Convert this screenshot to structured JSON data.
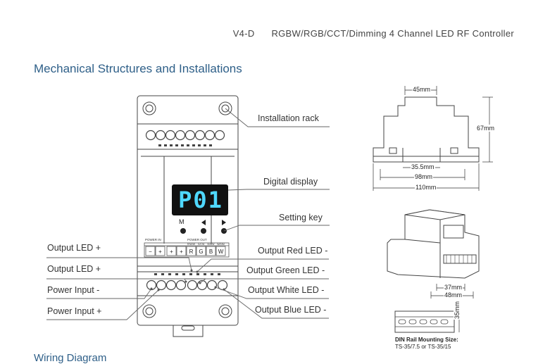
{
  "header": {
    "model": "V4-D",
    "product": "RGBW/RGB/CCT/Dimming 4 Channel LED RF Controller"
  },
  "section_title": "Mechanical Structures and Installations",
  "callouts": {
    "installation_rack": "Installation rack",
    "digital_display": "Digital display",
    "setting_key": "Setting key",
    "output_led_plus_1": "Output LED +",
    "output_led_plus_2": "Output LED +",
    "power_input_minus": "Power Input -",
    "power_input_plus": "Power Input +",
    "output_red": "Output Red LED -",
    "output_green": "Output Green LED -",
    "output_white": "Output White LED -",
    "output_blue": "Output Blue LED -"
  },
  "device": {
    "display_text": "P01",
    "key_m": "M",
    "power_in_label": "POWER IN",
    "power_out_label": "POWER OUT",
    "terminals": [
      "−",
      "+",
      "+",
      "+",
      "R",
      "G",
      "B",
      "W"
    ],
    "terminal_tops": [
      "",
      "",
      "",
      "",
      "R/W/W",
      "G/CW",
      "B/WW",
      "W/DIM"
    ]
  },
  "dimensions": {
    "width_top": "45mm",
    "height": "67mm",
    "inner": "35.5mm",
    "mid": "98mm",
    "outer": "110mm",
    "base_37": "37mm",
    "base_48": "48mm",
    "rail": "35mm"
  },
  "rail_note": {
    "line1": "DIN Rail Mounting Size:",
    "line2": "TS-35/7.5 or TS-35/15"
  },
  "footer_partial": "Wiring Diagram"
}
